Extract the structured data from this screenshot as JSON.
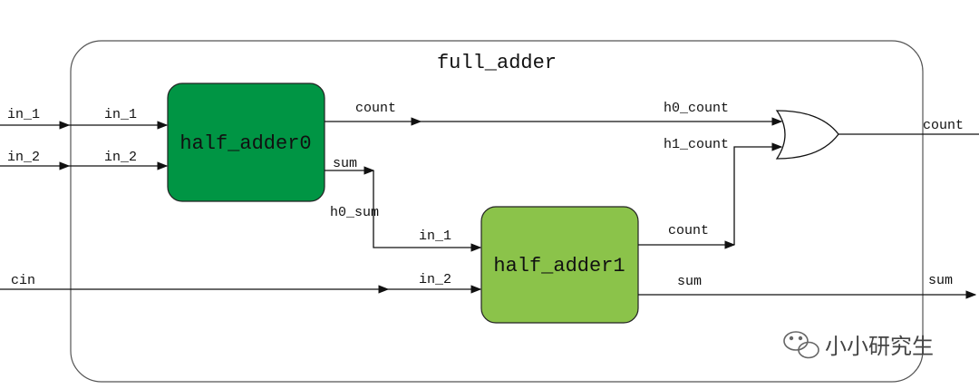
{
  "diagram": {
    "outer_title": "full_adder",
    "blocks": {
      "half_adder0": {
        "label": "half_adder0",
        "fill": "#009544"
      },
      "half_adder1": {
        "label": "half_adder1",
        "fill": "#8BC34A"
      }
    },
    "inputs": {
      "in_1_outer": "in_1",
      "in_2_outer": "in_2",
      "cin": "cin"
    },
    "ports": {
      "ha0_in_1": "in_1",
      "ha0_in_2": "in_2",
      "ha0_count": "count",
      "ha0_sum": "sum",
      "h0_sum": "h0_sum",
      "ha1_in_1": "in_1",
      "ha1_in_2": "in_2",
      "ha1_count": "count",
      "ha1_sum": "sum",
      "h0_count": "h0_count",
      "h1_count": "h1_count"
    },
    "outputs": {
      "count": "count",
      "sum": "sum"
    },
    "watermark": "小小研究生"
  }
}
